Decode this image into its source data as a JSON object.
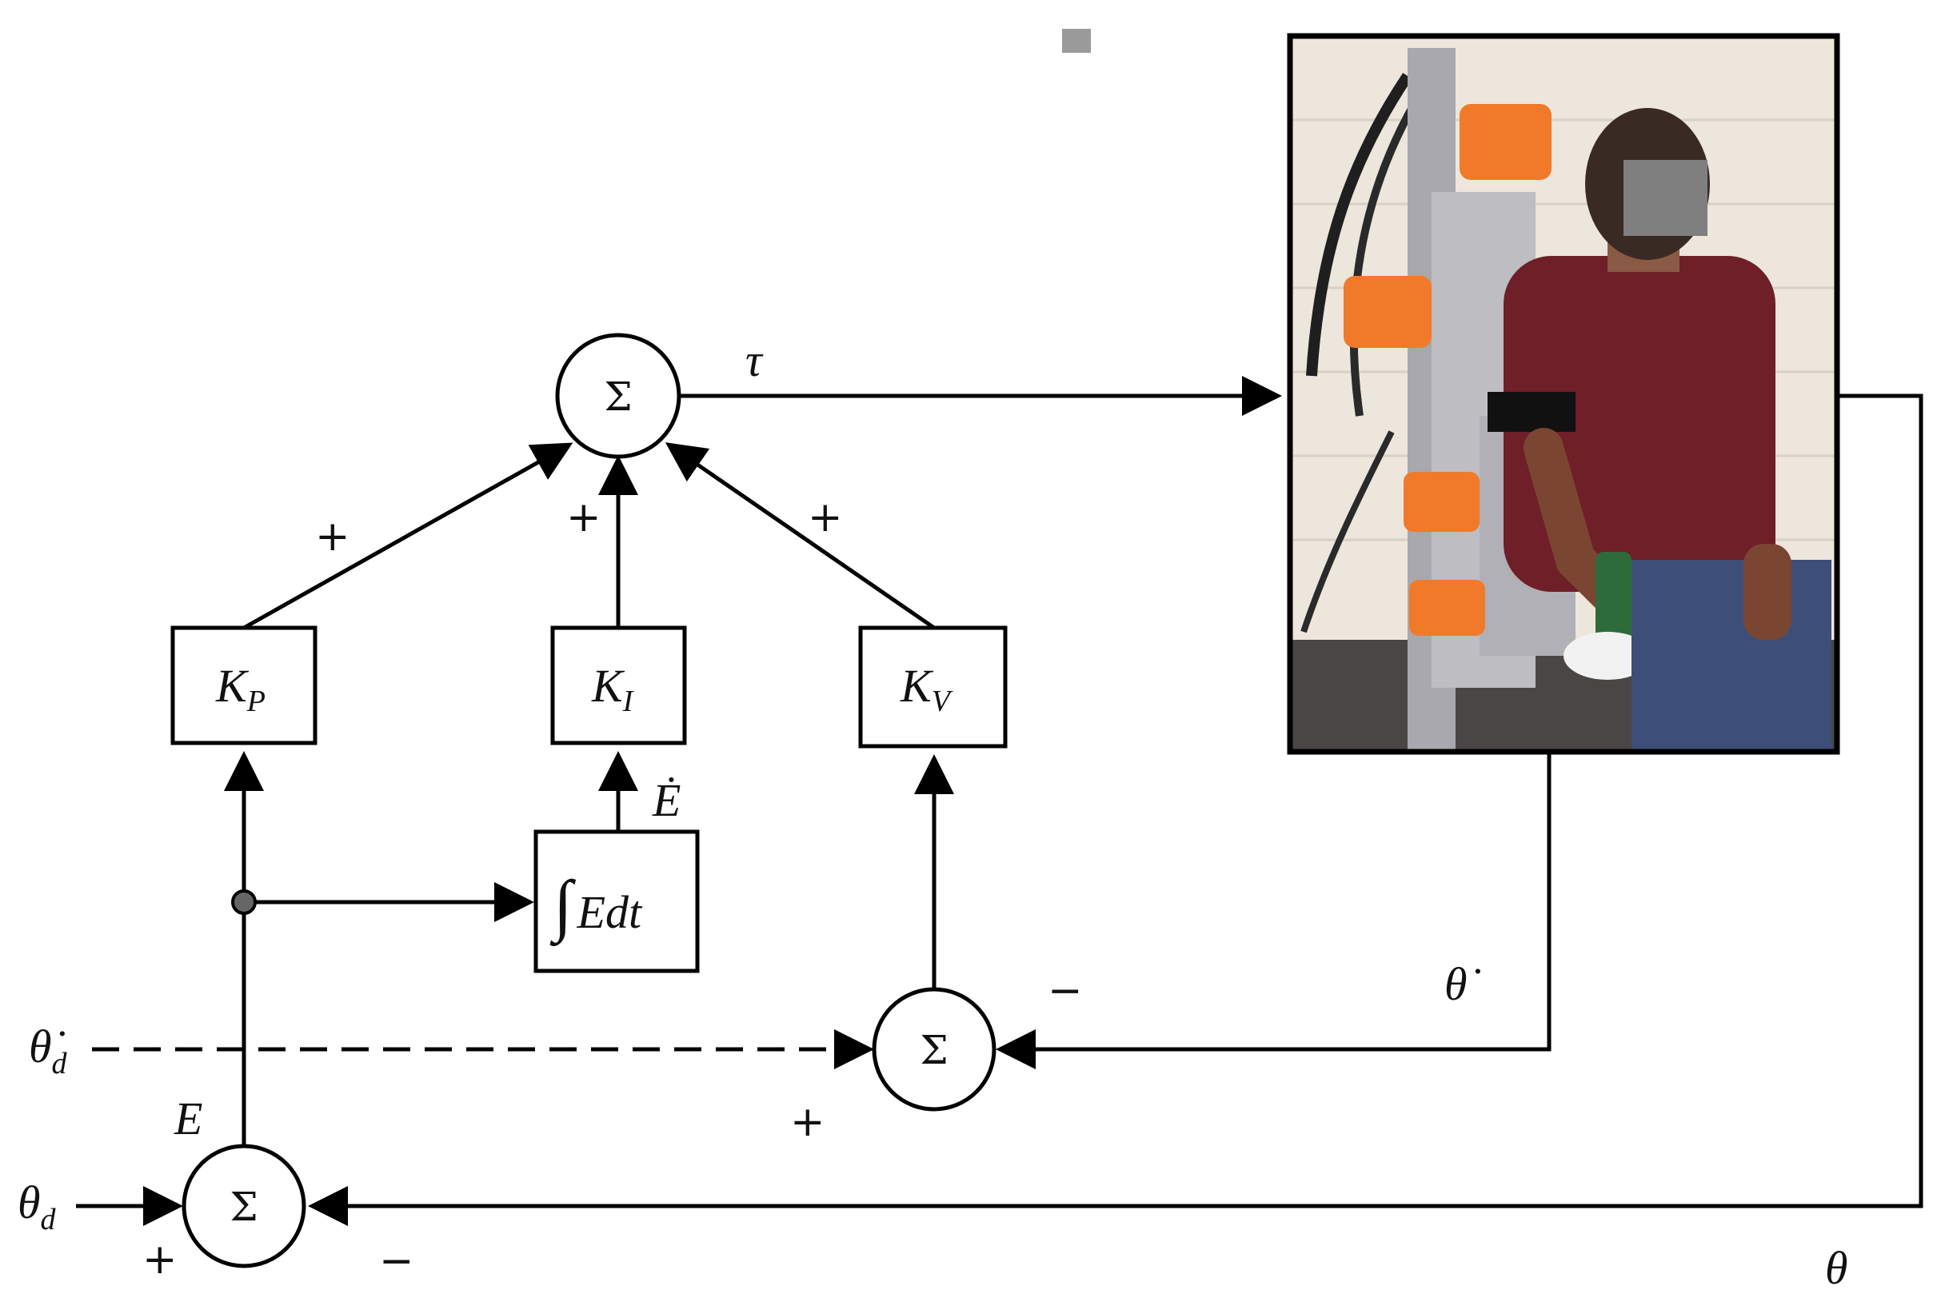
{
  "blocks": {
    "sum_symbol": "Σ",
    "kp": {
      "main": "K",
      "sub": "P"
    },
    "ki": {
      "main": "K",
      "sub": "I"
    },
    "kv": {
      "main": "K",
      "sub": "V"
    },
    "integral": {
      "sign": "∫",
      "expr": "Edt"
    }
  },
  "signals": {
    "tau": "τ",
    "e": "E",
    "e_dot": "Ė",
    "theta_dot": "θ̇",
    "theta": "θ",
    "theta_d": {
      "main": "θ",
      "sub": "d"
    },
    "theta_d_dot": {
      "main": "θ̇",
      "sub": "d"
    }
  },
  "signs": {
    "kp_to_sum": "+",
    "ki_to_sum": "+",
    "kv_to_sum": "+",
    "vel_minus": "−",
    "vel_plus": "+",
    "pos_plus": "+",
    "pos_minus": "−"
  },
  "colors": {
    "line": "#000000",
    "shirt": "#6e1f27",
    "orange": "#f07a2a",
    "wall": "#ece6dc",
    "jeans": "#3d4f78"
  }
}
